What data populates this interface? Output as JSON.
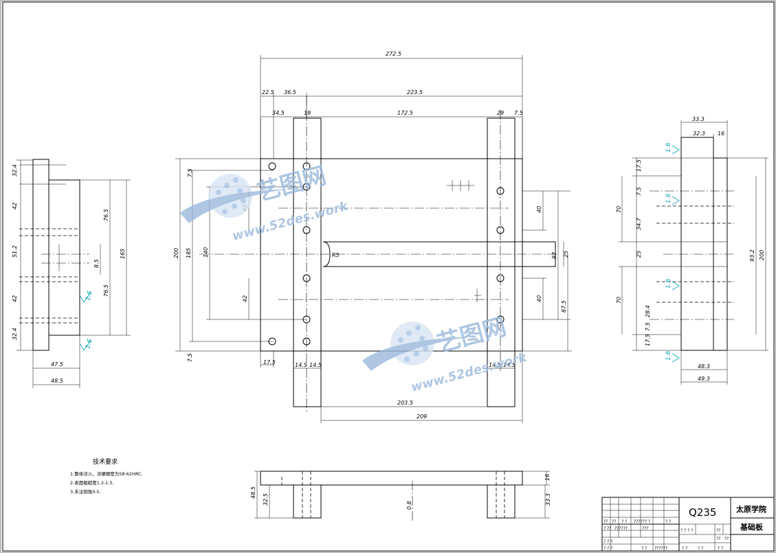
{
  "notes": {
    "title": "技术要求",
    "lines": [
      "1.整体淬火，淬硬硬度为58-62HRC.",
      "2.表面粗糙度1.2-1.5.",
      "3.未注倒角0.5."
    ]
  },
  "title_block": {
    "material": "Q235",
    "school": "太原学院",
    "part_name": "基础板",
    "scale_label": "??????",
    "small_codes": [
      "??",
      "??",
      "? ?",
      "?????? ?",
      "? ?",
      "? ??",
      "??????",
      "???",
      "? ? ? ?",
      "??",
      "??",
      "? ? ?",
      "? ? ?",
      "? ?",
      "? ?",
      "? ?",
      "??",
      "? ?"
    ]
  },
  "watermark": {
    "brand": "艺图网",
    "url": "www.52des.work"
  },
  "roughness": {
    "value": "1.6"
  },
  "dims": {
    "top": [
      "272.5",
      "22.5",
      "36.5",
      "223.5",
      "34.5",
      "19",
      "172.5",
      "29",
      "7.5"
    ],
    "left_view": [
      "32.4",
      "42",
      "51.2",
      "42",
      "32.4",
      "76.5",
      "8.5",
      "76.5",
      "165",
      "47.5",
      "48.5"
    ],
    "front_left": [
      "7.5",
      "200",
      "185",
      "140",
      "42",
      "42",
      "7.5",
      "17.5",
      "14.5",
      "14.5"
    ],
    "front_right": [
      "40",
      "25",
      "97",
      "40",
      "87.5",
      "14.5",
      "14.5",
      "203.5",
      "209"
    ],
    "front_mid": [
      "R5"
    ],
    "right_view": [
      "33.3",
      "32.3",
      "16",
      "17.5",
      "7.5",
      "70",
      "34.7",
      "25",
      "70",
      "28.4",
      "7.5",
      "17.5",
      "93.2",
      "200",
      "48.3",
      "49.3"
    ],
    "bottom_view": [
      "16",
      "48.5",
      "32.5",
      "0.8",
      "33.3"
    ]
  }
}
